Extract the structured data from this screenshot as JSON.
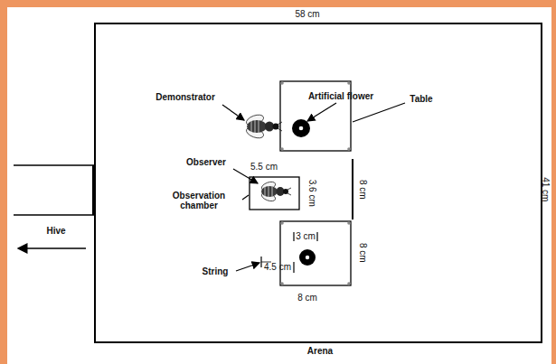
{
  "diagram": {
    "nodes": [
      {
        "text": [
          "Arena"
        ]
      }
    ],
    "labels": [
      "58 cm",
      "41 cm",
      "Artificial flower",
      "Table",
      "Demonstrator",
      "Observer",
      "Observation chamber",
      "5.5 cm",
      "3.6 cm",
      "8 cm",
      "Hive",
      "3 cm",
      "8 cm",
      "String",
      "4.5 cm",
      "8 cm"
    ]
  }
}
